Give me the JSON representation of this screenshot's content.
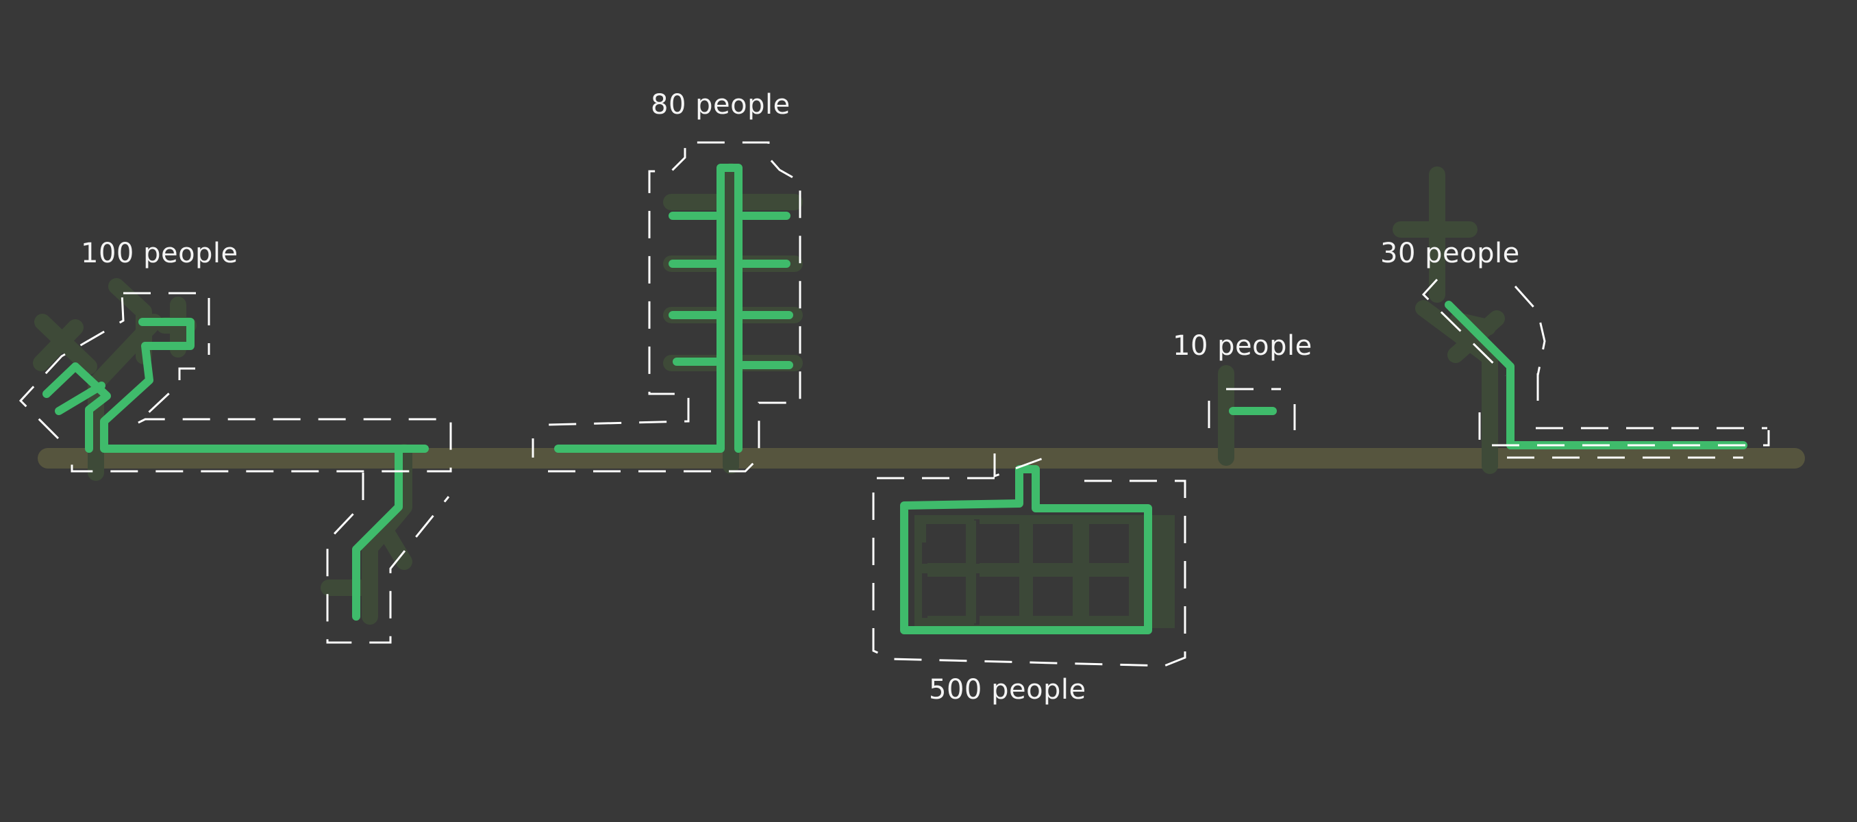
{
  "colors": {
    "background": "#383838",
    "main_line": "#56553e",
    "faded_branch": "#3e4a38",
    "active_pipe": "#3fbb6b",
    "zone_outline": "#ffffff",
    "label_text": "#f4f4f4"
  },
  "clusters": [
    {
      "id": "cluster-1",
      "label": "100 people",
      "population": 100
    },
    {
      "id": "cluster-2",
      "label": "80 people",
      "population": 80
    },
    {
      "id": "cluster-3",
      "label": "500 people",
      "population": 500
    },
    {
      "id": "cluster-4",
      "label": "10 people",
      "population": 10
    },
    {
      "id": "cluster-5",
      "label": "30 people",
      "population": 30
    }
  ]
}
